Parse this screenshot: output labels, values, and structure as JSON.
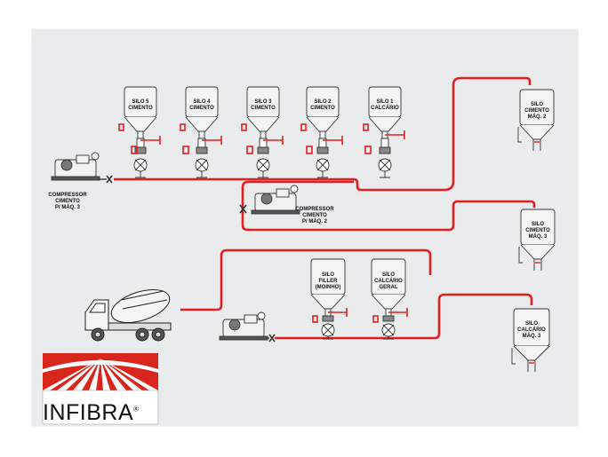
{
  "silos_top": [
    {
      "line1": "SILO 5",
      "line2": "CIMENTO"
    },
    {
      "line1": "SILO 4",
      "line2": "CIMENTO"
    },
    {
      "line1": "SILO 3",
      "line2": "CIMENTO"
    },
    {
      "line1": "SILO 2",
      "line2": "CIMENTO"
    },
    {
      "line1": "SILO 1",
      "line2": "CALCÁRIO"
    }
  ],
  "silos_middle": [
    {
      "line1": "SILO",
      "line2": "FILLER",
      "line3": "(MOINHO)"
    },
    {
      "line1": "SILO",
      "line2": "CALCÁRIO",
      "line3": "GERAL"
    }
  ],
  "silos_right": [
    {
      "line1": "SILO",
      "line2": "CIMENTO",
      "line3": "MÁQ. 2"
    },
    {
      "line1": "SILO",
      "line2": "CIMENTO",
      "line3": "MÁQ. 3"
    },
    {
      "line1": "SILO",
      "line2": "CALCÁRIO",
      "line3": "MÁQ. 3"
    }
  ],
  "compressors": [
    {
      "line1": "COMPRESSOR",
      "line2": "CIMENTO",
      "line3": "P/ MÁQ. 3"
    },
    {
      "line1": "COMPRESSOR",
      "line2": "CIMENTO",
      "line3": "P/ MÁQ. 2"
    }
  ],
  "logo": {
    "text": "INFIBRA",
    "mark": "®"
  },
  "colors": {
    "pipe": "#e41f1f",
    "line": "#333333",
    "board": "#e9ebec",
    "logo_red": "#d9261c"
  }
}
